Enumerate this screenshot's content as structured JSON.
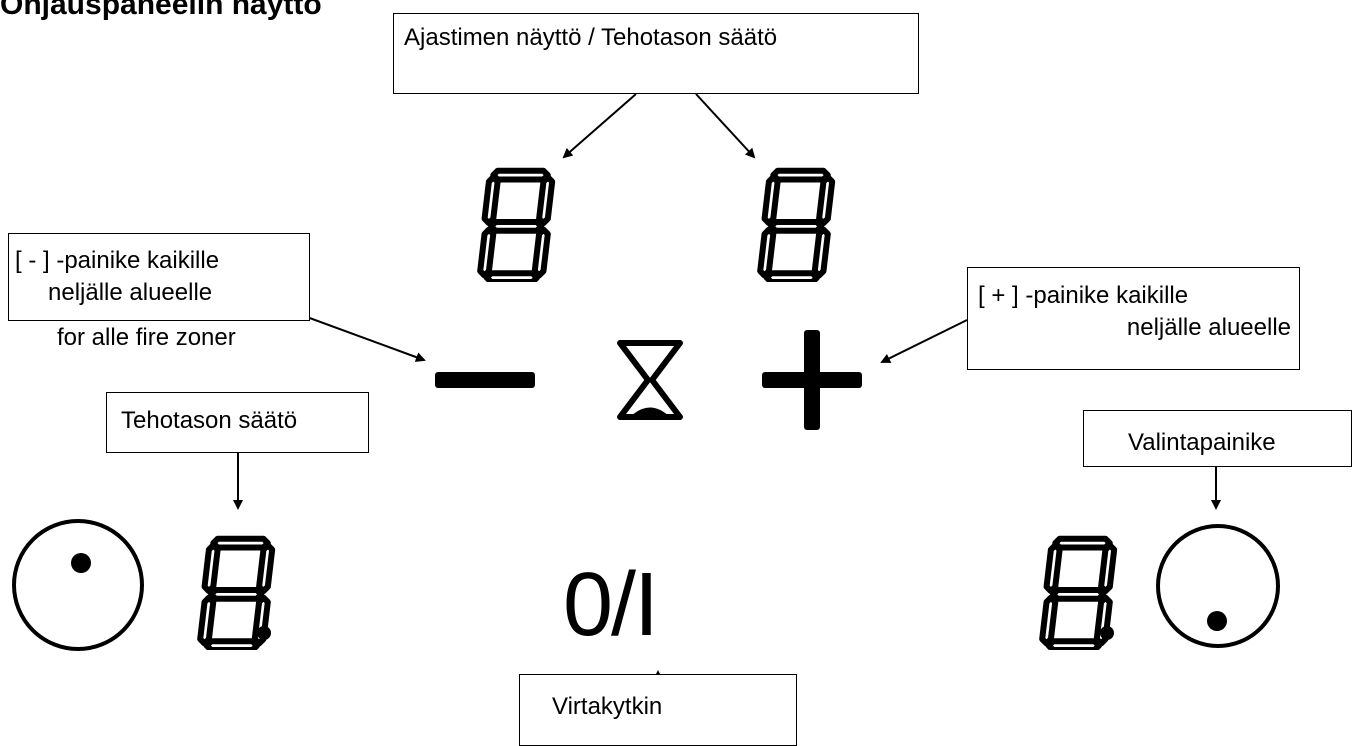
{
  "title": "Ohjauspaneelin näyttö",
  "callouts": {
    "timer_display": "Ajastimen näyttö / Tehotason säätö",
    "minus_button_line1": "[ - ] -painike kaikille",
    "minus_button_line2": "neljälle alueelle",
    "minus_button_line3": "for alle fire zoner",
    "plus_button_line1": "[ + ] -painike kaikille",
    "plus_button_line2": "neljälle alueelle",
    "power_level": "Tehotason säätö",
    "select_button": "Valintapainike",
    "power_switch": "Virtakytkin"
  },
  "controls": {
    "power_symbol": "0/I"
  },
  "icons": {
    "minus": "minus-icon",
    "plus": "plus-icon",
    "timer": "hourglass-icon",
    "select_left": "selector-circle-icon",
    "select_right": "selector-circle-icon",
    "digits": "seven-segment-display-icon"
  }
}
